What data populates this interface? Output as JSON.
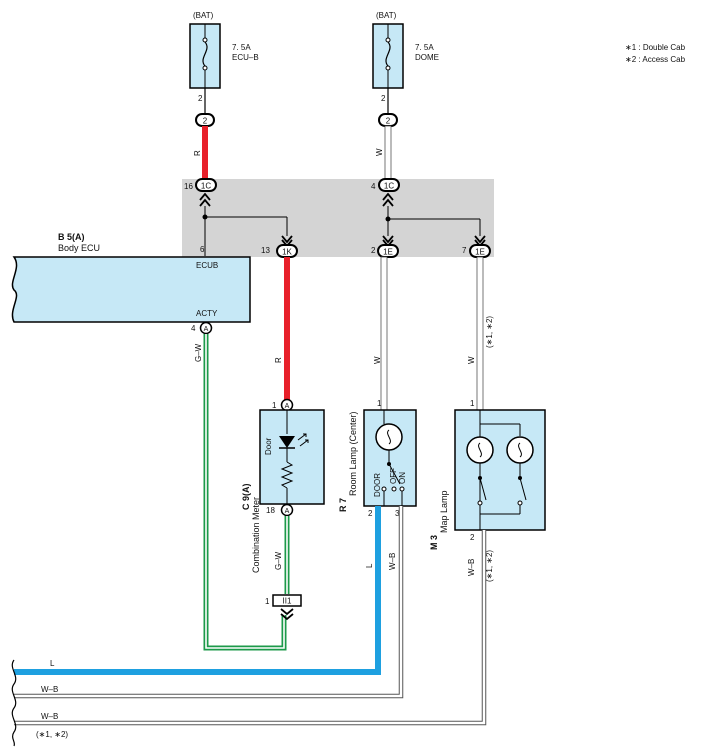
{
  "legend": {
    "line1": "∗1 : Double Cab",
    "line2": "∗2 : Access Cab"
  },
  "fuses": [
    {
      "source": "(BAT)",
      "rating": "7. 5A",
      "name": "ECU–B",
      "pin": "2",
      "connector": "2",
      "wire": "R"
    },
    {
      "source": "(BAT)",
      "rating": "7. 5A",
      "name": "DOME",
      "pin": "2",
      "connector": "2",
      "wire": "W"
    }
  ],
  "junction": {
    "c1_left": {
      "pin": "16",
      "label": "1C"
    },
    "c1_right": {
      "pin": "4",
      "label": "1C"
    },
    "pin_6": "6",
    "k_pin": "13",
    "k_label": "1K",
    "e1_pin": "2",
    "e1_label": "1E",
    "e2_pin": "7",
    "e2_label": "1E"
  },
  "body_ecu": {
    "code": "B 5(A)",
    "name": "Body ECU",
    "terminal_top": "ECUB",
    "terminal_bottom": "ACTY",
    "acty_pin": "4",
    "acty_conn": "A",
    "acty_wire": "G–W"
  },
  "combination_meter": {
    "code": "C 9(A)",
    "name": "Combination Meter",
    "inner_label": "Door",
    "pin_top": "1",
    "conn_top": "A",
    "pin_bottom": "18",
    "conn_bottom": "A",
    "wire_in": "R",
    "wire_out": "G–W",
    "junction_pin": "1",
    "junction_label": "II1"
  },
  "room_lamp": {
    "code": "R 7",
    "name": "Room Lamp (Center)",
    "switch_door": "DOOR",
    "switch_off": "OFF",
    "switch_on": "ON",
    "pin_top": "1",
    "pin_bottom_left": "2",
    "pin_bottom_right": "3",
    "wire_in": "W",
    "wire_out_left": "L",
    "wire_out_right": "W–B"
  },
  "map_lamp": {
    "code": "M 3",
    "name": "Map Lamp",
    "pin_top": "1",
    "pin_bottom": "2",
    "wire_in": "W",
    "wire_in_note": "(∗1, ∗2)",
    "wire_out": "W–B",
    "wire_out_note": "(∗1, ∗2)"
  },
  "bottom_lines": [
    {
      "label": "L"
    },
    {
      "label": "W–B"
    },
    {
      "label": "W–B",
      "note": "(∗1, ∗2)"
    }
  ],
  "colors": {
    "red": "#e8202a",
    "green": "#1c9a4a",
    "blue": "#1ea0e0",
    "component_fill": "#c6e8f6",
    "junction_fill": "#d4d4d4"
  }
}
